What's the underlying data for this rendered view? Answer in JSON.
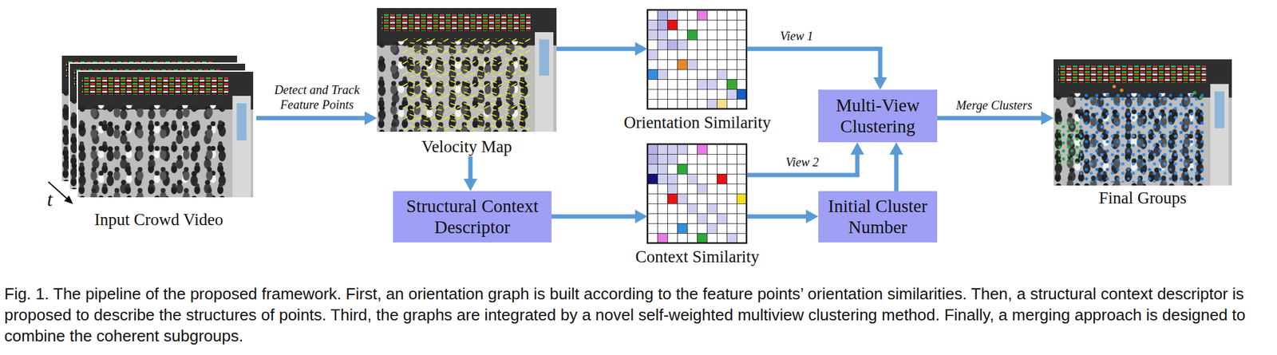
{
  "diagram": {
    "caption": "Fig. 1. The pipeline of the proposed framework. First, an orientation graph is built according to the feature points’ orientation similarities. Then, a structural context descriptor is proposed to describe the structures of points. Third, the graphs are integrated by a novel self-weighted multiview clustering method. Finally, a merging approach is designed to combine the coherent subgroups.",
    "nodes": [
      {
        "text": [
          "Input Crowd Video"
        ]
      },
      {
        "text": [
          "Velocity Map"
        ]
      },
      {
        "text": [
          "Orientation Similarity"
        ]
      },
      {
        "text": [
          "Structural Context Descriptor"
        ]
      },
      {
        "text": [
          "Context Similarity"
        ]
      },
      {
        "text": [
          "Multi-View Clustering"
        ]
      },
      {
        "text": [
          "Initial Cluster Number"
        ]
      },
      {
        "text": [
          "Final Groups"
        ]
      }
    ],
    "edges": [
      {
        "from": 0,
        "to": 1,
        "arrow": "to",
        "label": "Detect and Track Feature Points"
      },
      {
        "from": 1,
        "to": 2,
        "arrow": "to"
      },
      {
        "from": 1,
        "to": 3,
        "arrow": "to"
      },
      {
        "from": 3,
        "to": 4,
        "arrow": "to"
      },
      {
        "from": 2,
        "to": 5,
        "arrow": "to",
        "label": "View 1"
      },
      {
        "from": 4,
        "to": 5,
        "arrow": "to",
        "label": "View 2"
      },
      {
        "from": 4,
        "to": 6,
        "arrow": "to"
      },
      {
        "from": 6,
        "to": 5,
        "arrow": "to"
      },
      {
        "from": 5,
        "to": 7,
        "arrow": "to",
        "label": "Merge Clusters"
      }
    ],
    "labels": [
      "t"
    ]
  }
}
